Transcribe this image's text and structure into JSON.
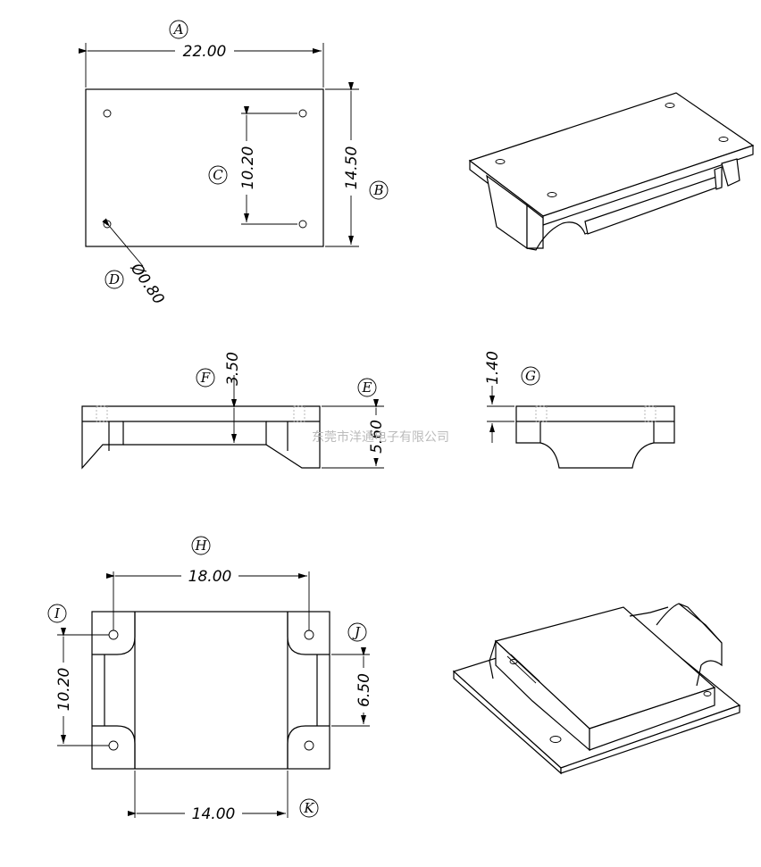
{
  "labels": [
    "A",
    "B",
    "C",
    "D",
    "E",
    "F",
    "G",
    "H",
    "I",
    "J",
    "K"
  ],
  "dimensions": {
    "top_width": "22.00",
    "top_height": "14.50",
    "top_hole_spacing": "10.20",
    "hole_diameter": "Ø0.80",
    "side_step": "3.50",
    "side_height": "5.60",
    "end_step": "1.40",
    "bottom_pitch": "18.00",
    "bottom_spacing": "10.20",
    "bottom_slot": "6.50",
    "bottom_inner": "14.00"
  },
  "watermark": "东莞市洋通电子有限公司"
}
